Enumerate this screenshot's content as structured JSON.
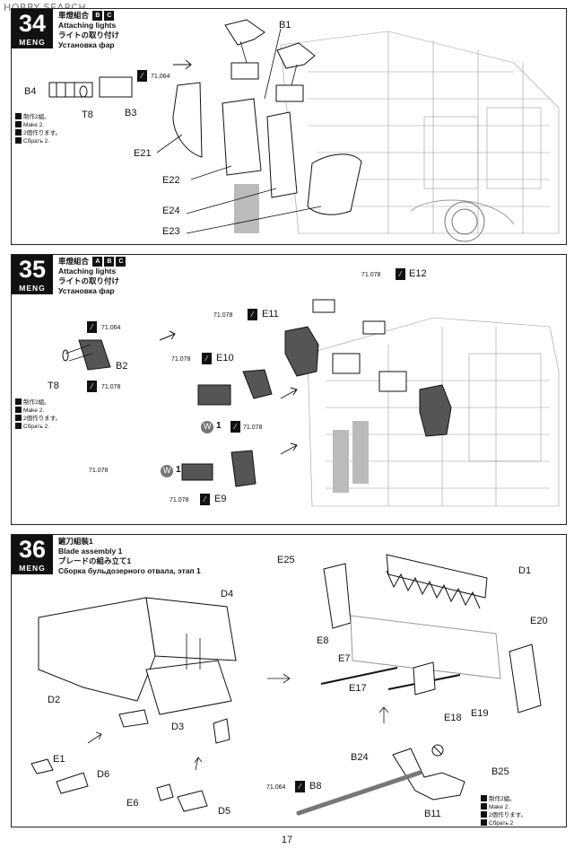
{
  "watermark": "HOBBY SEARCH",
  "page_number": "17",
  "steps": [
    {
      "number": "34",
      "brand": "MENG",
      "title_cn": "車燈組合",
      "badges": [
        "B",
        "C"
      ],
      "title_en": "Attaching lights",
      "title_jp": "ライトの取り付け",
      "title_ru": "Установка фар",
      "paint_codes": [
        "71.064"
      ],
      "make": [
        "制作2組。",
        "Make 2.",
        "2個作ります。",
        "Сбрать 2."
      ],
      "parts": [
        "B1",
        "B4",
        "T8",
        "B3",
        "E21",
        "E22",
        "E24",
        "E23"
      ]
    },
    {
      "number": "35",
      "brand": "MENG",
      "title_cn": "車燈組合",
      "badges": [
        "A",
        "B",
        "C"
      ],
      "title_en": "Attaching lights",
      "title_jp": "ライトの取り付け",
      "title_ru": "Установка фар",
      "paint_codes": [
        "71.078",
        "71.064",
        "71.078",
        "71.078",
        "71.078",
        "71.078",
        "71.078",
        "71.078"
      ],
      "make": [
        "制作2組。",
        "Make 2.",
        "2個作ります。",
        "Сбрать 2."
      ],
      "parts": [
        "E12",
        "E11",
        "B2",
        "T8",
        "E10",
        "E9"
      ],
      "symbol_w": "W",
      "symbol_1": "1"
    },
    {
      "number": "36",
      "brand": "MENG",
      "title_cn": "鏟刀組裝1",
      "title_en": "Blade assembly 1",
      "title_jp": "ブレードの組み立て1",
      "title_ru": "Сборка бульдозерного отвала, этап 1",
      "paint_codes": [
        "71.064"
      ],
      "make": [
        "制作2組。",
        "Make 2.",
        "2個作ります。",
        "Сбрать 2"
      ],
      "parts": [
        "D4",
        "D2",
        "D3",
        "E1",
        "D6",
        "E6",
        "D5",
        "E25",
        "D1",
        "E8",
        "E7",
        "E20",
        "E17",
        "E19",
        "E18",
        "B24",
        "B25",
        "B8",
        "B11"
      ]
    }
  ]
}
